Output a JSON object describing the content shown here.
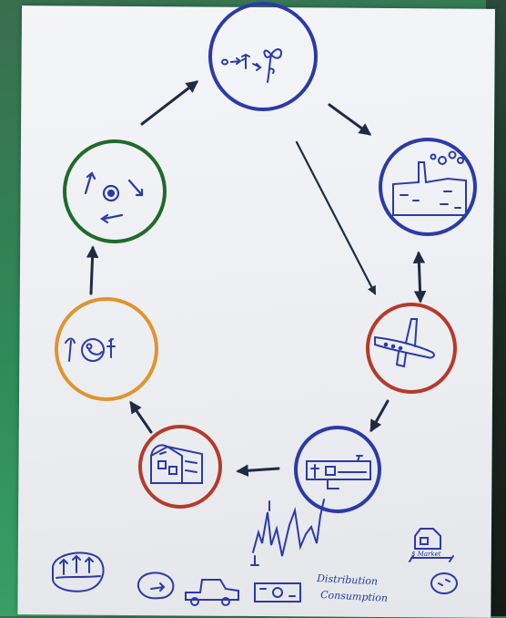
{
  "photo": {
    "title": "Food system cycle flipchart drawing",
    "colors": {
      "blue": "#2c3aa8",
      "red": "#b53a2a",
      "orange": "#e0942c",
      "green": "#1f6b2a",
      "ink": "#1f2a44"
    }
  },
  "notes": {
    "distribution": "Distribution",
    "consumption": "Consumption",
    "market": "$ Market"
  },
  "icons": [
    "seedling-icon",
    "factory-icon",
    "airplane-icon",
    "store-icon",
    "barn-icon",
    "farmer-icon",
    "recycle-icon",
    "field-icon",
    "truck-icon",
    "money-icon",
    "market-icon",
    "plate-icon"
  ]
}
